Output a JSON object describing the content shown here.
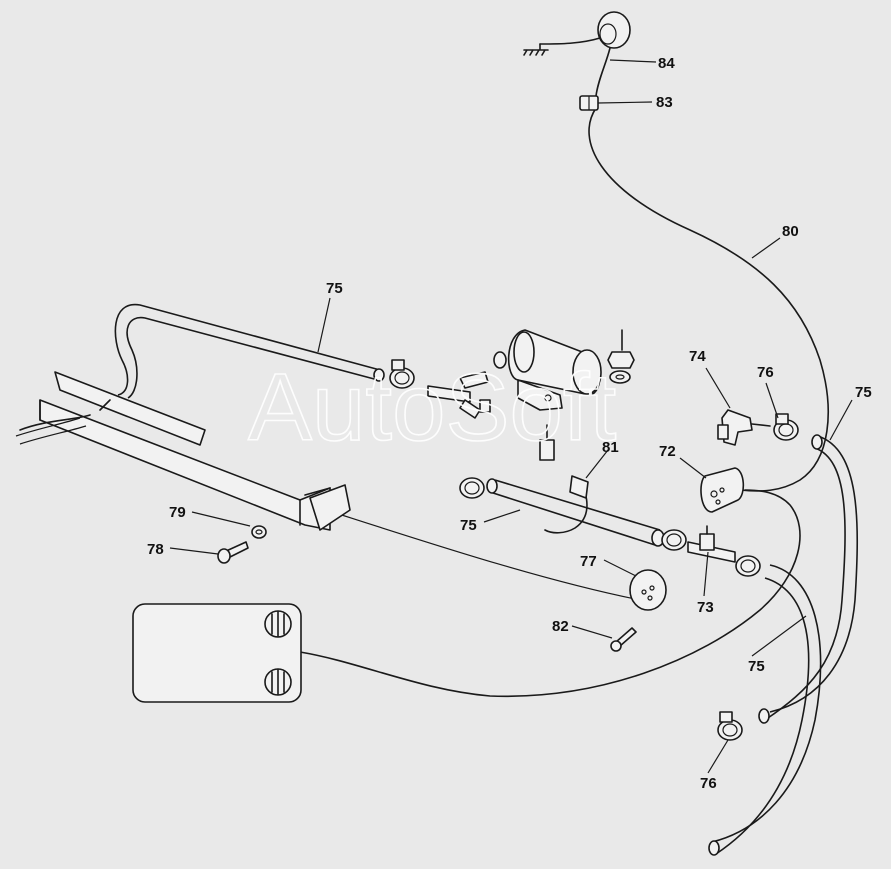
{
  "watermark": "AutoSoft",
  "labels": {
    "l84": "84",
    "l83": "83",
    "l80": "80",
    "l75a": "75",
    "l74": "74",
    "l76a": "76",
    "l75b": "75",
    "l72": "72",
    "l81": "81",
    "l75c": "75",
    "l79": "79",
    "l78": "78",
    "l77": "77",
    "l73": "73",
    "l82": "82",
    "l75d": "75",
    "l76b": "76"
  }
}
